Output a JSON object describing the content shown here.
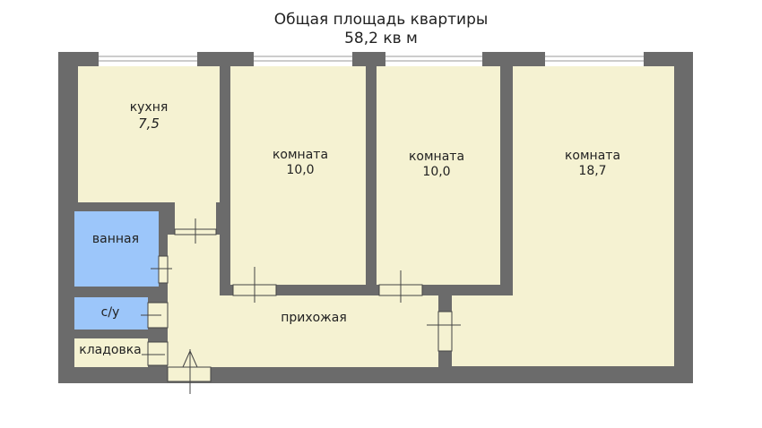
{
  "header": {
    "title": "Общая площадь квартиры",
    "area": "58,2 кв м"
  },
  "rooms": {
    "kitchen": {
      "name": "кухня",
      "area": "7,5"
    },
    "room1": {
      "name": "комната",
      "area": "10,0"
    },
    "room2": {
      "name": "комната",
      "area": "10,0"
    },
    "room3": {
      "name": "комната",
      "area": "18,7"
    },
    "bath": {
      "name": "ванная"
    },
    "wc": {
      "name": "с/у"
    },
    "storage": {
      "name": "кладовка"
    },
    "hall": {
      "name": "прихожая"
    }
  },
  "colors": {
    "wall": "#6b6b6b",
    "floor": "#f5f2d2",
    "wet": "#9cc6fa",
    "window": "#ffffff"
  }
}
